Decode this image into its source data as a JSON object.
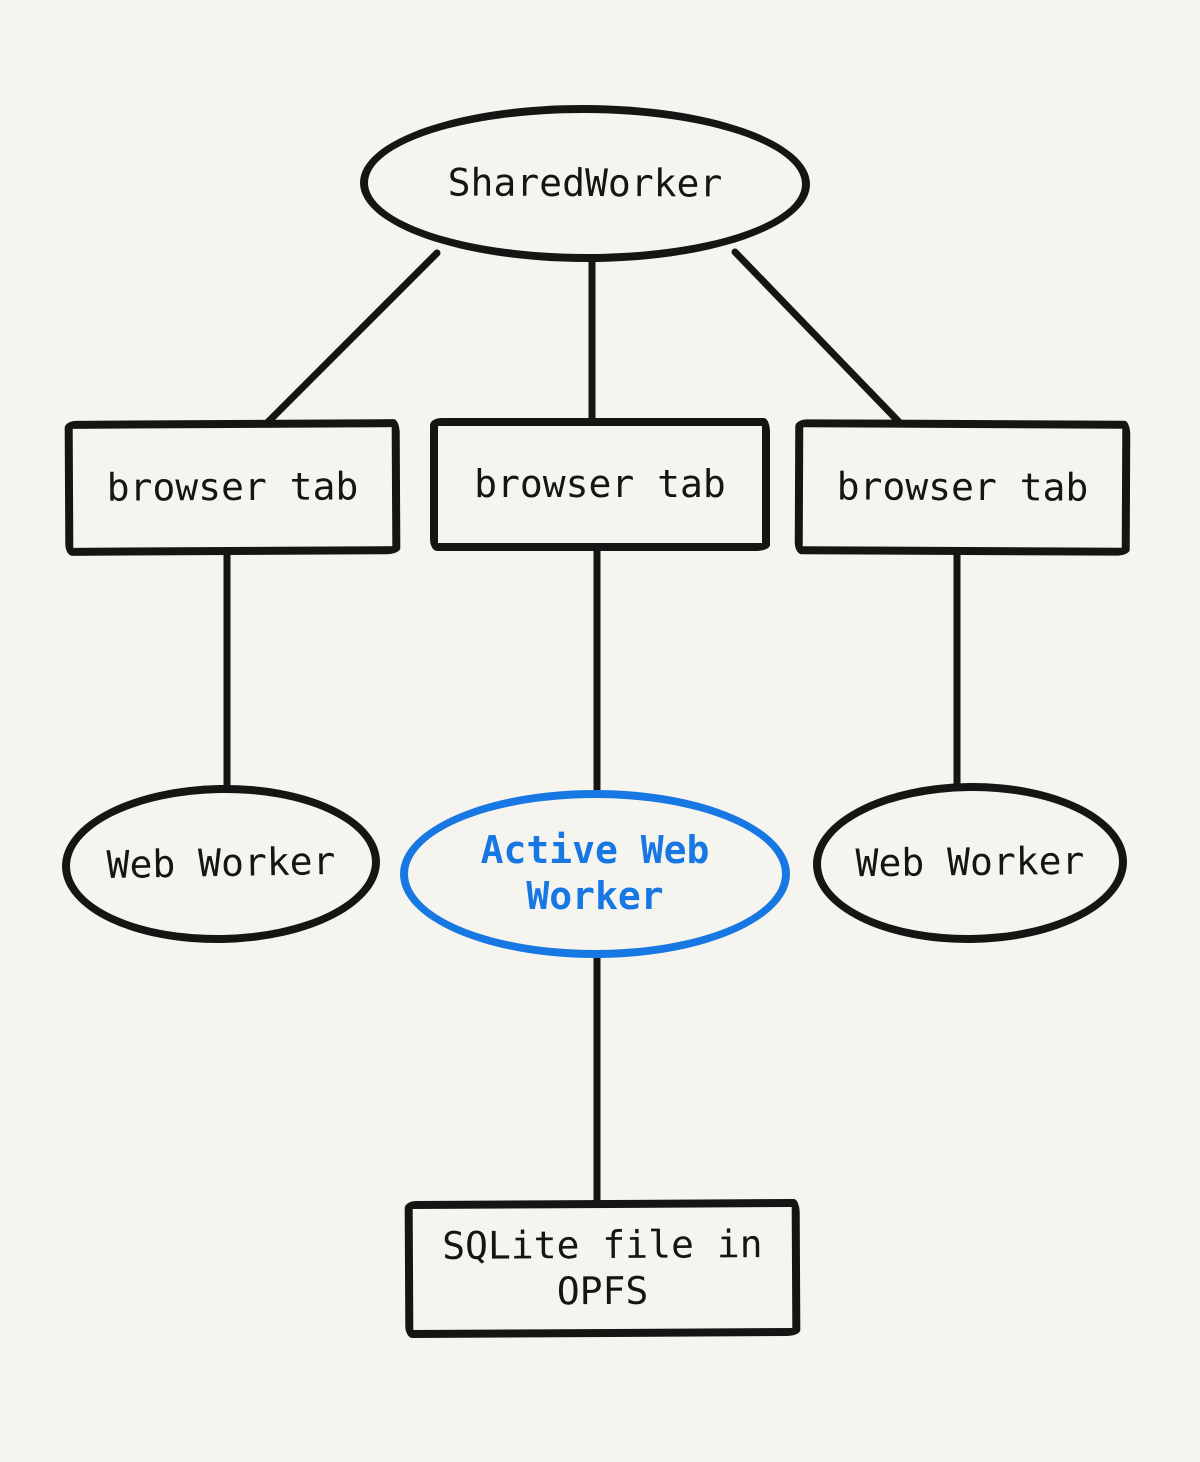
{
  "diagram": {
    "colors": {
      "background": "#f5f4ef",
      "ink": "#161513",
      "accent_blue": "#1778e3"
    },
    "nodes": {
      "shared_worker": {
        "label": "SharedWorker",
        "shape": "ellipse"
      },
      "browser_tab_left": {
        "label": "browser tab",
        "shape": "rectangle"
      },
      "browser_tab_center": {
        "label": "browser tab",
        "shape": "rectangle"
      },
      "browser_tab_right": {
        "label": "browser tab",
        "shape": "rectangle"
      },
      "web_worker_left": {
        "label": "Web Worker",
        "shape": "ellipse"
      },
      "active_web_worker": {
        "label": "Active Web\nWorker",
        "shape": "ellipse",
        "highlighted": true
      },
      "web_worker_right": {
        "label": "Web Worker",
        "shape": "ellipse"
      },
      "sqlite_file": {
        "label": "SQLite file in\nOPFS",
        "shape": "rectangle"
      }
    },
    "edges": [
      {
        "from": "shared_worker",
        "to": "browser_tab_left"
      },
      {
        "from": "shared_worker",
        "to": "browser_tab_center"
      },
      {
        "from": "shared_worker",
        "to": "browser_tab_right"
      },
      {
        "from": "browser_tab_left",
        "to": "web_worker_left"
      },
      {
        "from": "browser_tab_center",
        "to": "active_web_worker"
      },
      {
        "from": "browser_tab_right",
        "to": "web_worker_right"
      },
      {
        "from": "active_web_worker",
        "to": "sqlite_file"
      }
    ]
  }
}
